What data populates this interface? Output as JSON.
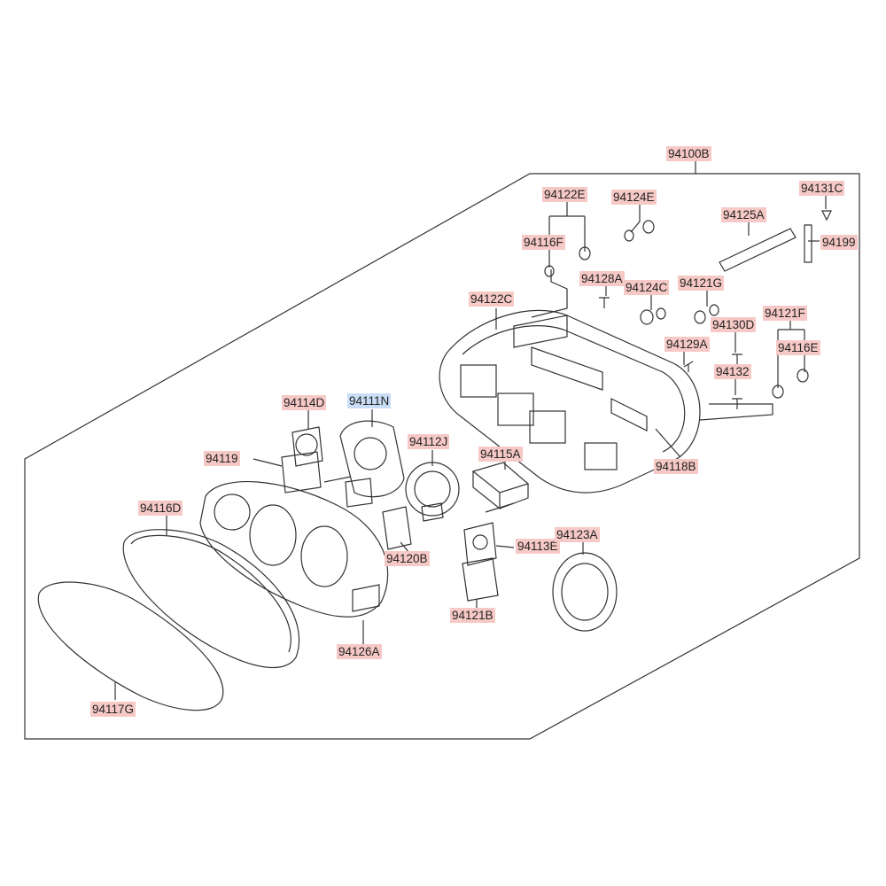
{
  "colors": {
    "label_bg": "#f6c9c6",
    "label_selected_bg": "#c9ddf6",
    "line": "#333333"
  },
  "selected_label": "94111N",
  "labels": {
    "l94100B": "94100B",
    "l94122E": "94122E",
    "l94124E": "94124E",
    "l94131C": "94131C",
    "l94125A": "94125A",
    "l94116F": "94116F",
    "l94199": "94199",
    "l94128A": "94128A",
    "l94124C": "94124C",
    "l94121G": "94121G",
    "l94122C": "94122C",
    "l94121F": "94121F",
    "l94130D": "94130D",
    "l94129A": "94129A",
    "l94116E": "94116E",
    "l94132": "94132",
    "l94114D": "94114D",
    "l94111N": "94111N",
    "l94112J": "94112J",
    "l94119": "94119",
    "l94115A": "94115A",
    "l94118B": "94118B",
    "l94116D": "94116D",
    "l94113E": "94113E",
    "l94123A": "94123A",
    "l94120B": "94120B",
    "l94121B": "94121B",
    "l94126A": "94126A",
    "l94117G": "94117G"
  }
}
